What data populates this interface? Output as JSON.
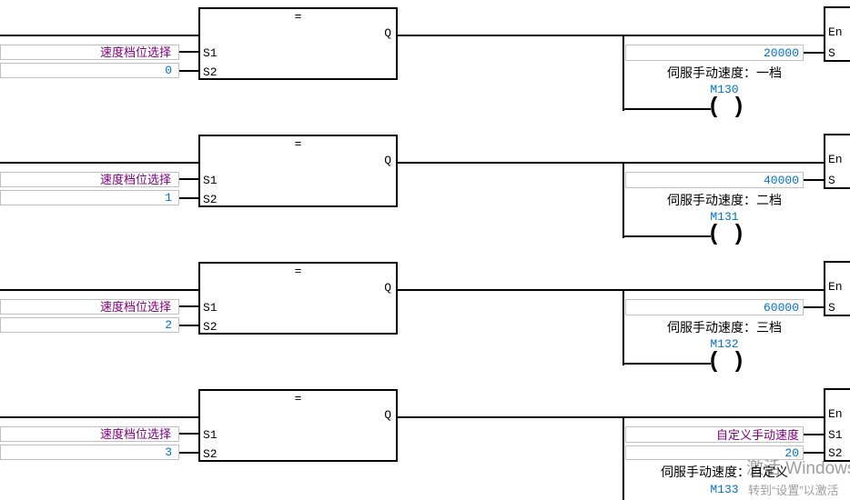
{
  "colors": {
    "variable_text": "#800080",
    "constant_text": "#0070C8",
    "wire": "#000000",
    "box_border": "#c0c0c0",
    "watermark": "#9e9e9e"
  },
  "watermark": {
    "line1": "激活 Windows",
    "line2": "转到“设置”以激活"
  },
  "rungs": [
    {
      "compare_block": {
        "op": "=",
        "in1": "S1",
        "in2": "S2",
        "out": "Q"
      },
      "input_var": "速度档位选择",
      "input_const": "0",
      "speed_value": "20000",
      "caption": "伺服手动速度：一档",
      "coil_address": "M130",
      "coil_symbol": [
        "(",
        ")"
      ],
      "out_block": {
        "pins": [
          "En",
          "S"
        ]
      }
    },
    {
      "compare_block": {
        "op": "=",
        "in1": "S1",
        "in2": "S2",
        "out": "Q"
      },
      "input_var": "速度档位选择",
      "input_const": "1",
      "speed_value": "40000",
      "caption": "伺服手动速度：二档",
      "coil_address": "M131",
      "coil_symbol": [
        "(",
        ")"
      ],
      "out_block": {
        "pins": [
          "En",
          "S"
        ]
      }
    },
    {
      "compare_block": {
        "op": "=",
        "in1": "S1",
        "in2": "S2",
        "out": "Q"
      },
      "input_var": "速度档位选择",
      "input_const": "2",
      "speed_value": "60000",
      "caption": "伺服手动速度：三档",
      "coil_address": "M132",
      "coil_symbol": [
        "(",
        ")"
      ],
      "out_block": {
        "pins": [
          "En",
          "S"
        ]
      }
    },
    {
      "compare_block": {
        "op": "=",
        "in1": "S1",
        "in2": "S2",
        "out": "Q"
      },
      "input_var": "速度档位选择",
      "input_const": "3",
      "speed_var": "自定义手动速度",
      "speed_value": "20",
      "caption": "伺服手动速度：自定义",
      "coil_address": "M133",
      "out_block": {
        "pins": [
          "En",
          "S1",
          "S2"
        ]
      }
    }
  ]
}
